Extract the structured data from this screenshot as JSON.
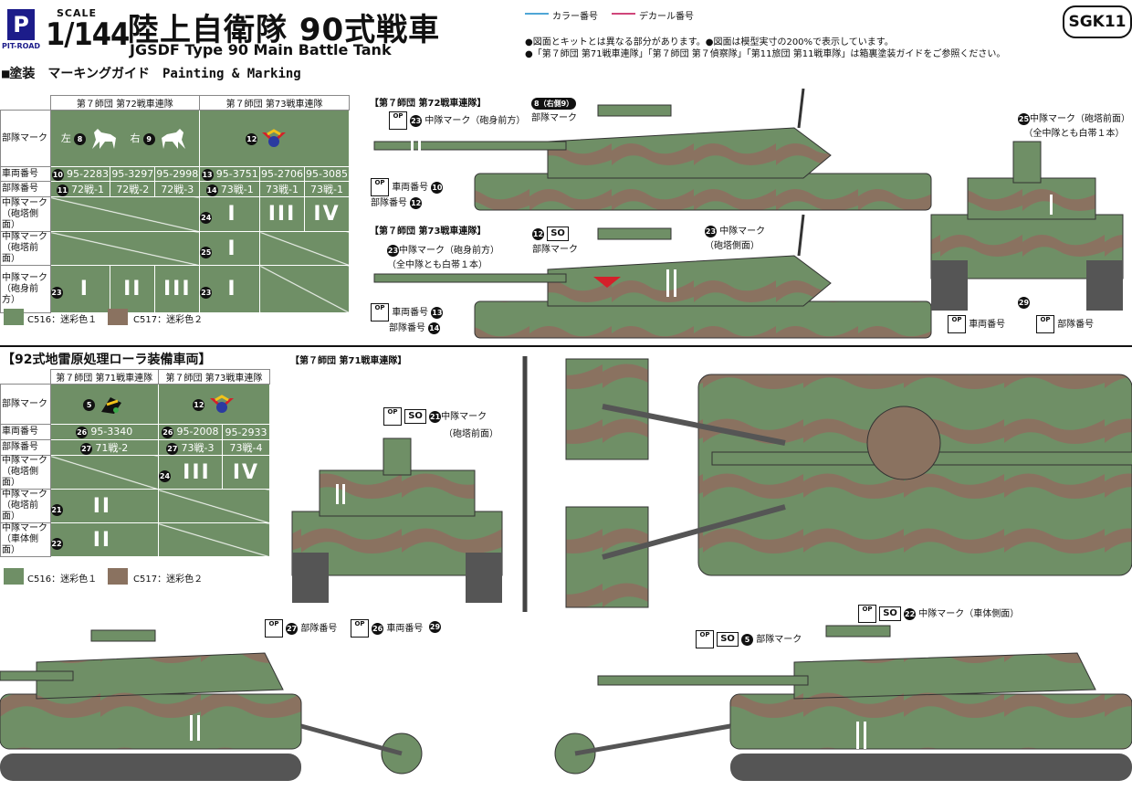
{
  "header": {
    "brand": "PIT-ROAD",
    "scale_label": "SCALE",
    "scale_value": "1/144",
    "title_jp": "陸上自衛隊 90式戦車",
    "title_en": "JGSDF Type 90 Main Battle Tank",
    "section_title": "■塗装　マーキングガイド　Painting & Marking",
    "product_code": "SGK11",
    "legend_color": "カラー番号",
    "legend_decal": "デカール番号",
    "note1": "●図面とキットとは異なる部分があります。●図面は模型実寸の200%で表示しています。",
    "note2": "●「第７師団 第71戦車連隊」「第７師団 第７偵察隊」「第11旅団 第11戦車隊」は箱裏塗装ガイドをご参照ください。"
  },
  "colors": {
    "c516": "#6f8f66",
    "c517": "#8a7260",
    "legend_color_line": "#4fa6d6",
    "legend_decal_line": "#d0467a"
  },
  "table1": {
    "col_group_a": "第７師団 第72戦車連隊",
    "col_group_b": "第７師団 第73戦車連隊",
    "row_unit": "部隊マーク",
    "row_vehicle_no": "車両番号",
    "row_unit_no": "部隊番号",
    "row_co_side": "中隊マーク（砲塔側面）",
    "row_co_front": "中隊マーク（砲塔前面）",
    "row_co_barrel": "中隊マーク（砲身前方）",
    "left_label": "左",
    "left_num": "8",
    "right_label": "右",
    "right_num": "9",
    "b_unit_num": "12",
    "vehicle_num_a": "10",
    "vehicle_num_b": "13",
    "unit_num_a": "11",
    "unit_num_b": "14",
    "side_num": "24",
    "front_num": "25",
    "barrel_num_a": "23",
    "barrel_num_b": "23",
    "vehicle_nos_a": [
      "95-2283",
      "95-3297",
      "95-2998"
    ],
    "vehicle_nos_b": [
      "95-3751",
      "95-2706",
      "95-3085"
    ],
    "unit_nos_a": [
      "72戦-1",
      "72戦-2",
      "72戦-3"
    ],
    "unit_nos_b": [
      "73戦-1",
      "73戦-1",
      "73戦-1"
    ],
    "side_marks_b": [
      "I",
      "III",
      "IV"
    ],
    "front_mark_b": "I",
    "barrel_marks_a": [
      "I",
      "II",
      "III"
    ],
    "barrel_mark_b": "I"
  },
  "table2": {
    "col_group_a": "第７師団 第71戦車連隊",
    "col_group_b": "第７師団 第73戦車連隊",
    "row_unit": "部隊マーク",
    "row_vehicle_no": "車両番号",
    "row_unit_no": "部隊番号",
    "row_co_side": "中隊マーク（砲塔側面）",
    "row_co_front": "中隊マーク（砲塔前面）",
    "row_co_hull": "中隊マーク（車体側面）",
    "a_unit_num": "5",
    "b_unit_num": "12",
    "vehicle_num_a": "26",
    "vehicle_num_b": "26",
    "unit_num_a": "27",
    "unit_num_b": "27",
    "side_num": "24",
    "front_num": "21",
    "hull_num": "22",
    "vehicle_nos_a": [
      "95-3340"
    ],
    "vehicle_nos_b": [
      "95-2008",
      "95-2933"
    ],
    "unit_nos_a": [
      "71戦-2"
    ],
    "unit_nos_b": [
      "73戦-3",
      "73戦-4"
    ],
    "side_marks_b": [
      "III",
      "IV"
    ],
    "front_mark_a": "II",
    "hull_mark_a": "II"
  },
  "swatches": {
    "c516_label": "C516：迷彩色１",
    "c517_label": "C517：迷彩色２"
  },
  "section2_title": "【92式地雷原処理ローラ装備車両】",
  "callouts": {
    "t72_title": "【第７師団 第72戦車連隊】",
    "t72_barrel_num": "23",
    "t72_barrel": "中隊マーク（砲身前方）",
    "t72_unit_nums": "8（右側9）",
    "t72_unit": "部隊マーク",
    "t72_vehicle_num": "10",
    "t72_vehicle": "車両番号",
    "t72_unitno_num": "12",
    "t72_unitno": "部隊番号",
    "t73_title": "【第７師団 第73戦車連隊】",
    "t73_barrel_num": "23",
    "t73_barrel": "中隊マーク（砲身前方）",
    "t73_barrel_note": "（全中隊とも白帯１本）",
    "t73_unit_num": "12",
    "t73_unit": "部隊マーク",
    "t73_side_num": "23",
    "t73_side": "中隊マーク",
    "t73_side2": "（砲塔側面）",
    "t73_vehicle_num": "13",
    "t73_vehicle": "車両番号",
    "t73_unitno_num": "14",
    "t73_unitno": "部隊番号",
    "front_num": "25",
    "front_mark": "中隊マーク（砲塔前面）",
    "front_note": "（全中隊とも白帯１本）",
    "front_num29": "29",
    "front_vehicle": "車両番号",
    "front_unitno": "部隊番号",
    "t71_title": "【第７師団 第71戦車連隊】",
    "r_front_num": "21",
    "r_front": "中隊マーク",
    "r_front2": "（砲塔前面）",
    "r_unitno_num": "27",
    "r_unitno": "部隊番号",
    "r_vehicle_num": "26",
    "r_vehicle": "車両番号",
    "r_num29": "29",
    "r_hull_num": "22",
    "r_hull": "中隊マーク（車体側面）",
    "r_unit_num": "5",
    "r_unit": "部隊マーク",
    "so": "SO",
    "op": "OP"
  }
}
